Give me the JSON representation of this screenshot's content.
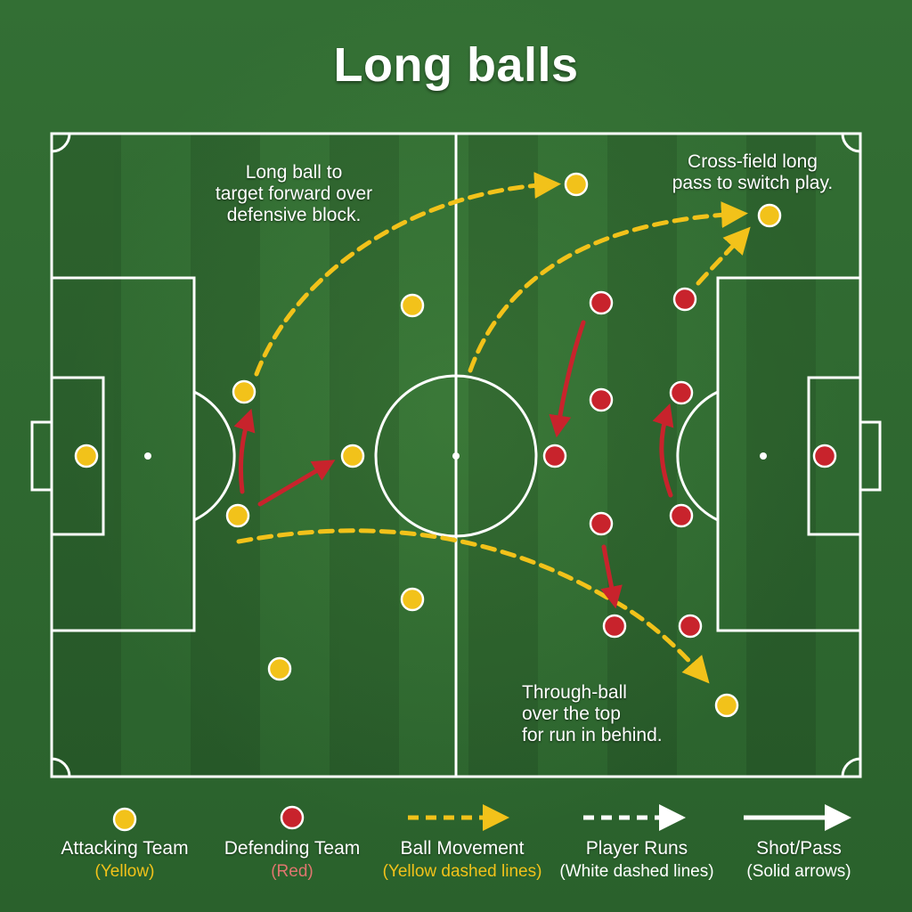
{
  "title": "Long balls",
  "colors": {
    "attacking": "#f2c21a",
    "defending": "#c8232c",
    "ball_movement": "#f2c21a",
    "lines": "#ffffff",
    "grass": "#2f6a31"
  },
  "annotations": {
    "long_ball": [
      "Long ball to",
      "target forward over",
      "defensive block."
    ],
    "cross_field": [
      "Cross-field long",
      "pass to switch play."
    ],
    "through_ball": [
      "Through-ball",
      "over the top",
      "for run in behind."
    ]
  },
  "legend": {
    "attacking": {
      "label": "Attacking Team",
      "sub": "(Yellow)"
    },
    "defending": {
      "label": "Defending Team",
      "sub": "(Red)"
    },
    "ball": {
      "label": "Ball Movement",
      "sub": "(Yellow dashed lines)"
    },
    "runs": {
      "label": "Player Runs",
      "sub": "(White dashed lines)"
    },
    "shot": {
      "label": "Shot/Pass",
      "sub": "(Solid arrows)"
    }
  }
}
